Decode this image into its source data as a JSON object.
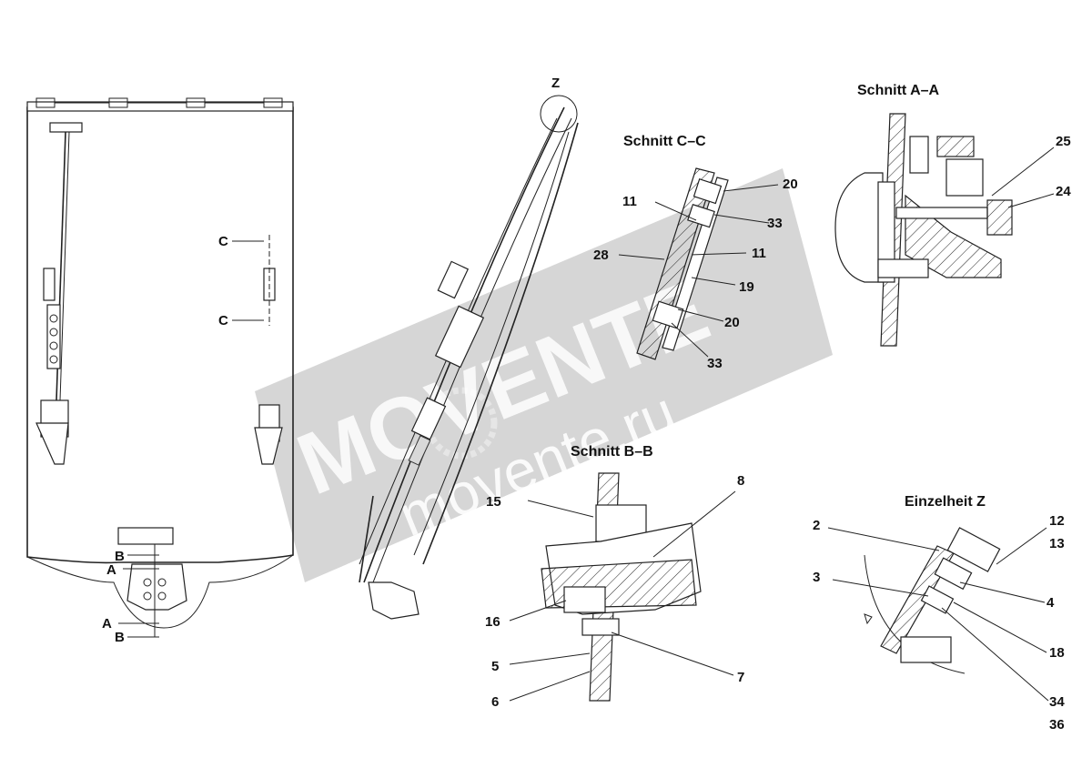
{
  "watermark": {
    "brand": "MOVENTE",
    "url": "movente.ru",
    "color": "#9a9a9a"
  },
  "views": {
    "overview": {
      "section_marks": [
        "C",
        "C",
        "B",
        "A",
        "A",
        "B"
      ]
    },
    "detail_z_marker": "Z",
    "section_cc": {
      "title": "Schnitt  C–C",
      "callouts": [
        "11",
        "20",
        "33",
        "28",
        "11",
        "19",
        "20",
        "33"
      ]
    },
    "section_aa": {
      "title": "Schnitt  A–A",
      "callouts": [
        "25",
        "24"
      ]
    },
    "section_bb": {
      "title": "Schnitt  B–B",
      "callouts": [
        "15",
        "8",
        "16",
        "5",
        "7",
        "6"
      ]
    },
    "detail_z": {
      "title": "Einzelheit  Z",
      "callouts": [
        "2",
        "12",
        "13",
        "3",
        "4",
        "18",
        "34",
        "36"
      ]
    }
  }
}
